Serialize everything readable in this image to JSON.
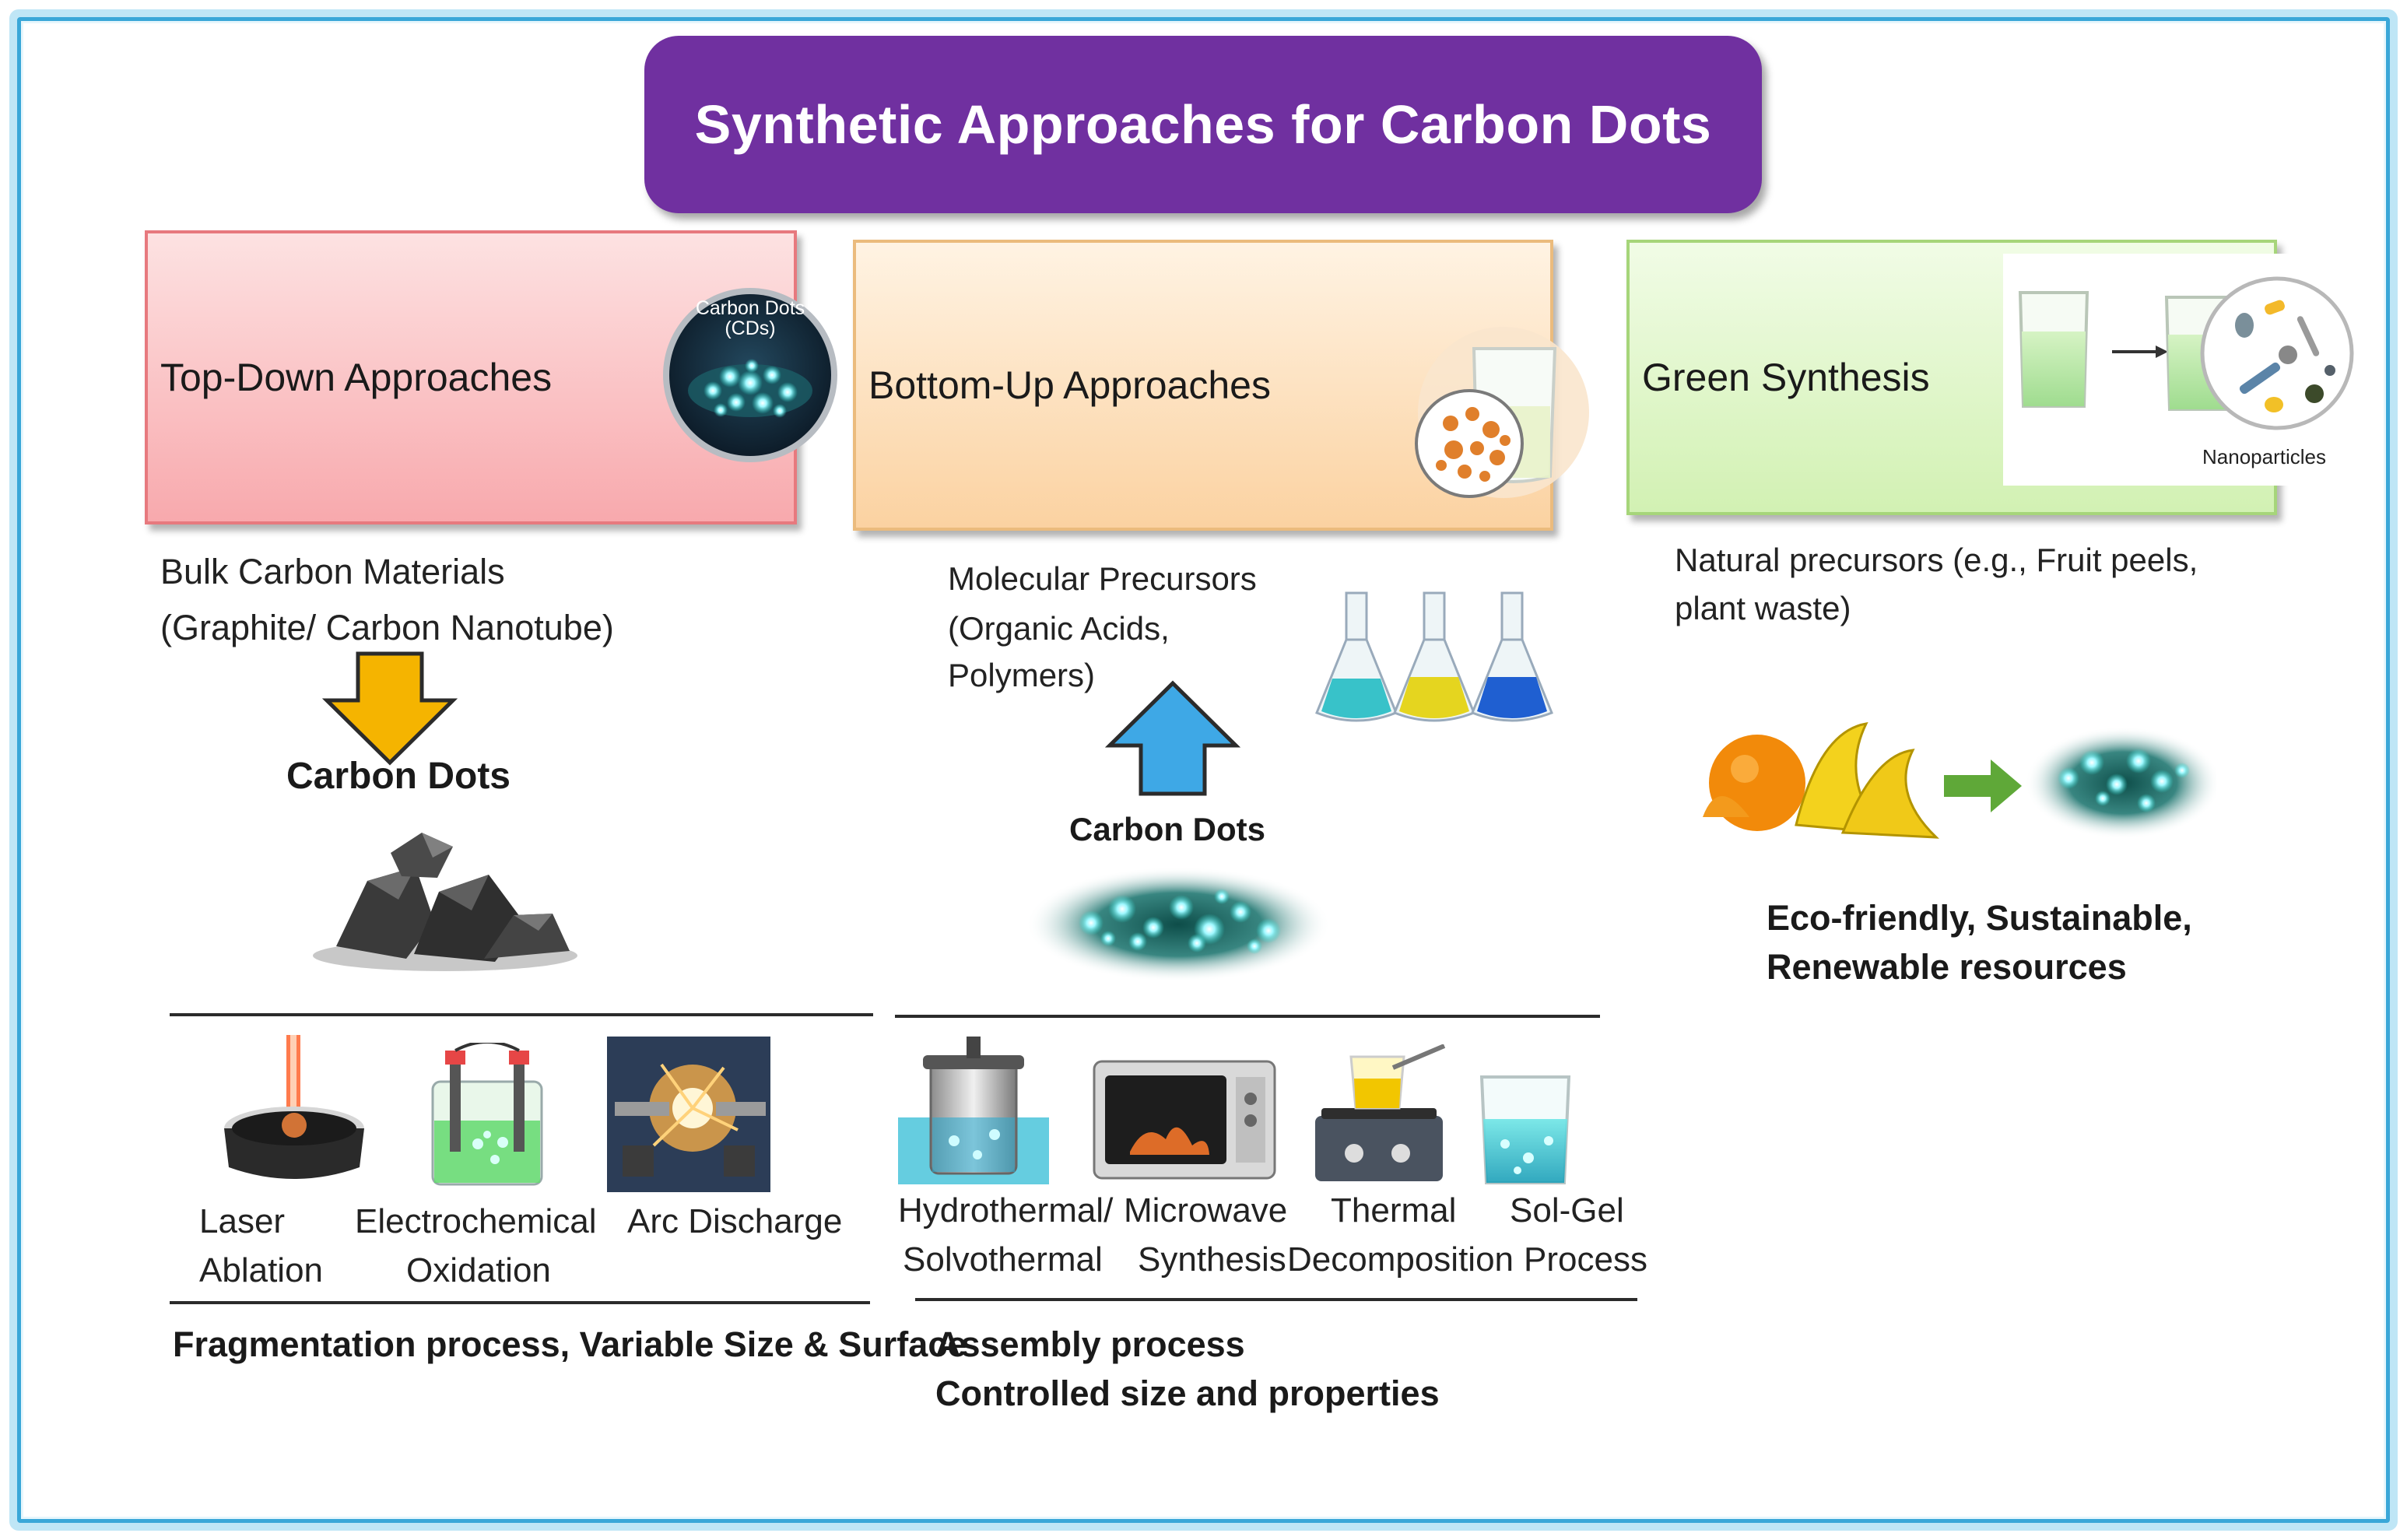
{
  "title": "Synthetic Approaches for Carbon Dots",
  "top_down": {
    "heading": "Top-Down Approaches",
    "circle_label_1": "Carbon Dots",
    "circle_label_2": "(CDs)",
    "source_line1": "Bulk Carbon Materials",
    "source_line2": "(Graphite/ Carbon Nanotube)",
    "product": "Carbon Dots",
    "methods": [
      {
        "line1": "Laser",
        "line2": "Ablation"
      },
      {
        "line1": "Electrochemical",
        "line2": "Oxidation"
      },
      {
        "line1": "Arc Discharge",
        "line2": ""
      }
    ],
    "summary": "Fragmentation process, Variable Size & Surface"
  },
  "bottom_up": {
    "heading": "Bottom-Up Approaches",
    "source_line1": "Molecular Precursors",
    "source_line2": "(Organic Acids,",
    "source_line3": "Polymers)",
    "product": "Carbon Dots",
    "methods": [
      {
        "line1": "Hydrothermal/",
        "line2": "Solvothermal"
      },
      {
        "line1": "Microwave",
        "line2": "Synthesis"
      },
      {
        "line1": "Thermal",
        "line2": "Decomposition"
      },
      {
        "line1": "Sol-Gel",
        "line2": "Process"
      }
    ],
    "summary_line1": "Assembly process",
    "summary_line2": "Controlled size and properties"
  },
  "green": {
    "heading": "Green Synthesis",
    "inset_label": "Nanoparticles",
    "source_line1": "Natural precursors (e.g., Fruit peels,",
    "source_line2": "plant waste)",
    "summary_line1": "Eco-friendly, Sustainable,",
    "summary_line2": "Renewable resources"
  },
  "colors": {
    "title_bg": "#7030a0",
    "top_down_panel": "#f8a9ad",
    "bottom_up_panel": "#fbd2a1",
    "green_panel": "#d2f1b3",
    "down_arrow": "#f5b400",
    "up_arrow": "#3ea8e6",
    "frame": "#3aa7d8",
    "carbon_dot_glow": "#3df0e0"
  },
  "icons": [
    "carbon-dots-circle-icon",
    "beaker-particles-icon",
    "beaker-nanoparticles-icon",
    "down-arrow-icon",
    "up-arrow-icon",
    "flasks-icon",
    "fruit-peels-icon",
    "carbon-rocks-icon",
    "carbon-dots-cloud-icon",
    "laser-ablation-icon",
    "electrochemical-cell-icon",
    "arc-discharge-icon",
    "autoclave-icon",
    "microwave-icon",
    "hotplate-icon",
    "beaker-gel-icon"
  ]
}
